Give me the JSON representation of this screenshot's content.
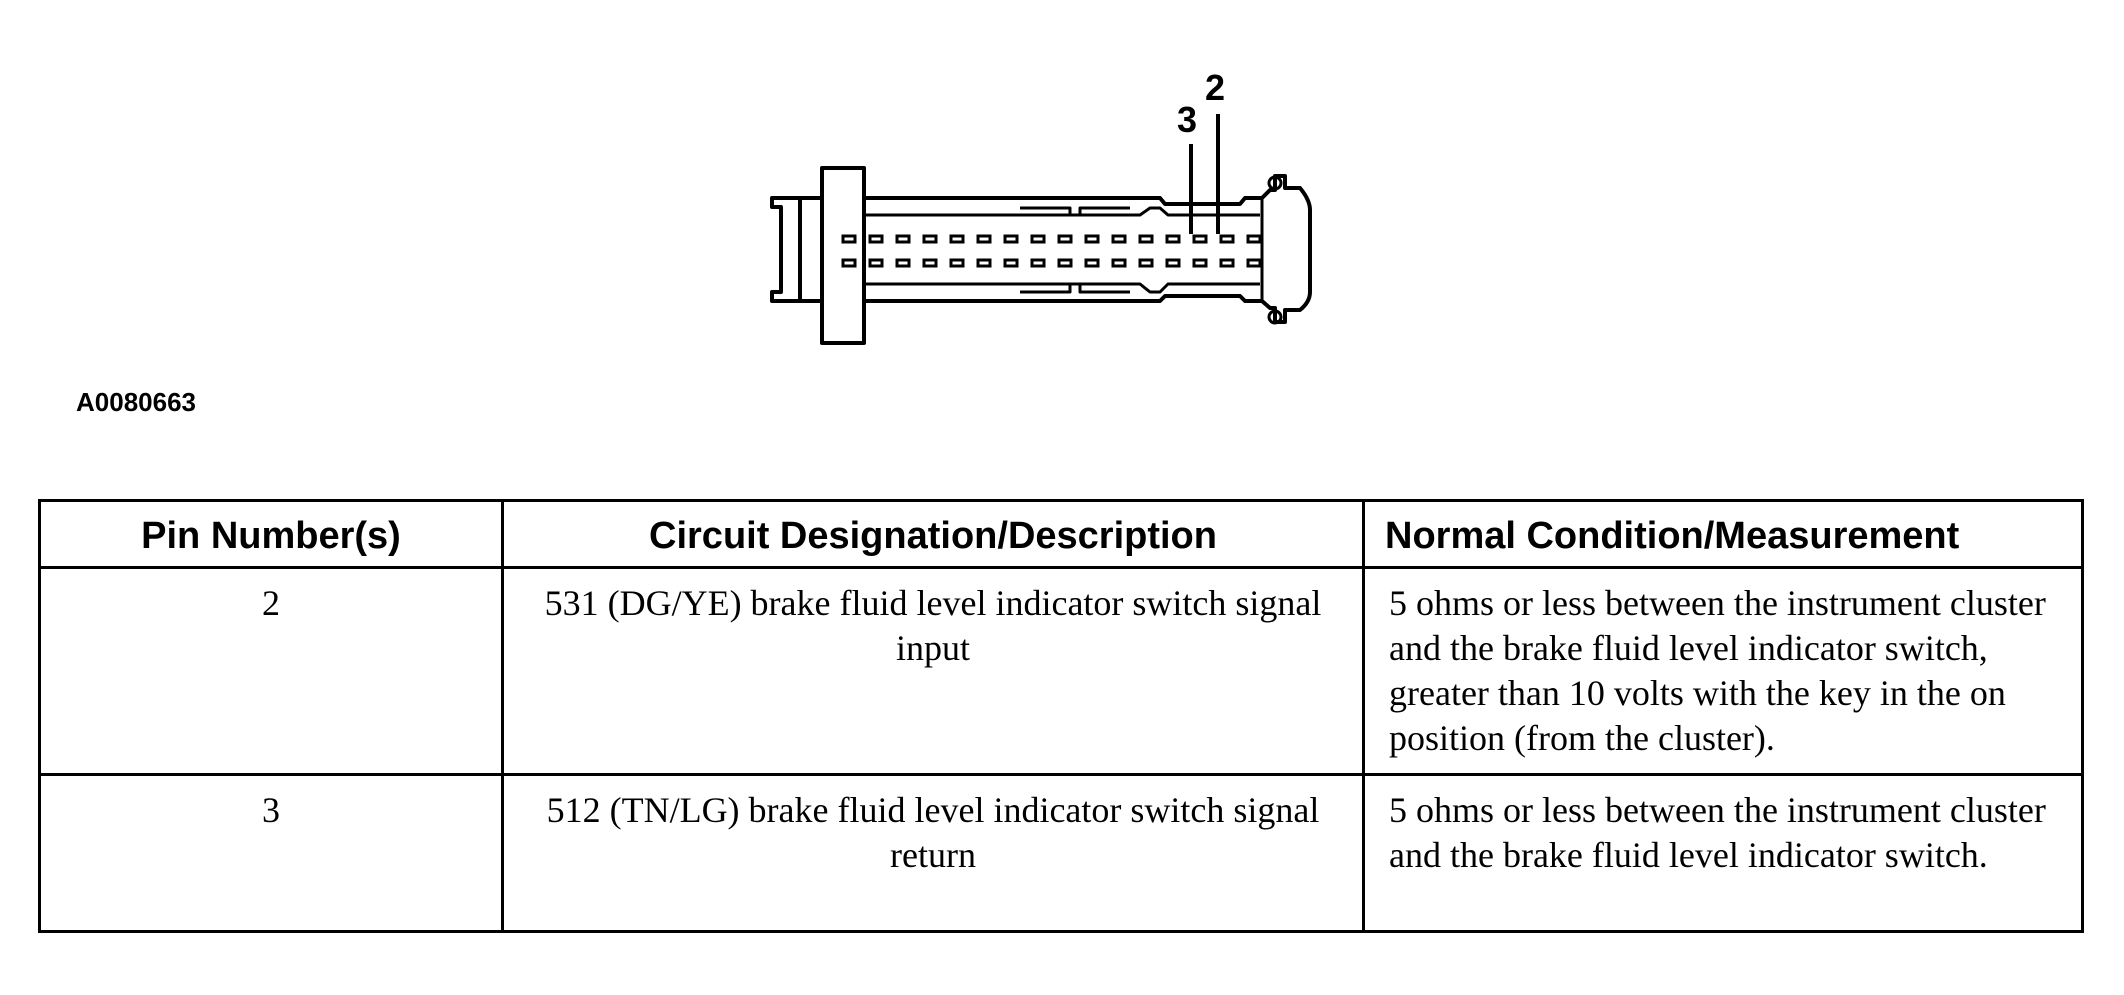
{
  "figure": {
    "id": "A0080663",
    "pin_callouts": [
      "2",
      "3"
    ]
  },
  "table": {
    "headers": [
      "Pin Number(s)",
      "Circuit Designation/Description",
      "Normal Condition/Measurement"
    ],
    "rows": [
      {
        "pin": "2",
        "circuit": "531 (DG/YE) brake fluid level indicator switch signal input",
        "normal": "5 ohms or less between the instrument cluster and the brake fluid level indicator switch, greater than 10 volts with the key in the on position (from the cluster)."
      },
      {
        "pin": "3",
        "circuit": "512 (TN/LG) brake fluid level indicator switch signal return",
        "normal": "5 ohms or less between the instrument cluster and the brake fluid level indicator switch."
      }
    ]
  }
}
